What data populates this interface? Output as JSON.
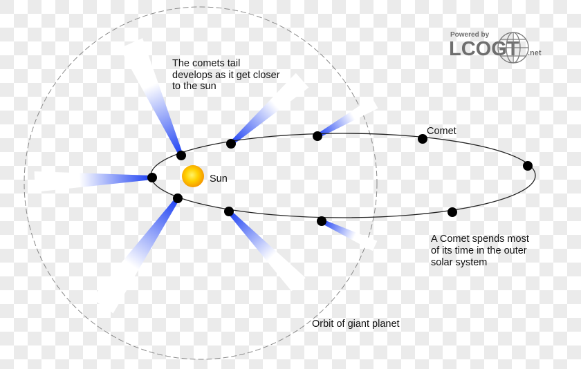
{
  "labels": {
    "tail_note": [
      "The comets tail",
      "develops as it get closer",
      "to the sun"
    ],
    "sun": "Sun",
    "comet": "Comet",
    "outer_note": [
      "A Comet spends most",
      "of its time in the outer",
      "solar system"
    ],
    "giant_orbit": "Orbit of giant planet"
  },
  "logo": {
    "powered_by": "Powered by",
    "name": "LCOGT",
    "suffix": ".net"
  },
  "colors": {
    "tail_blue": "#1a3ef2",
    "sun_core": "#ffe000",
    "sun_edge": "#f5a000"
  }
}
